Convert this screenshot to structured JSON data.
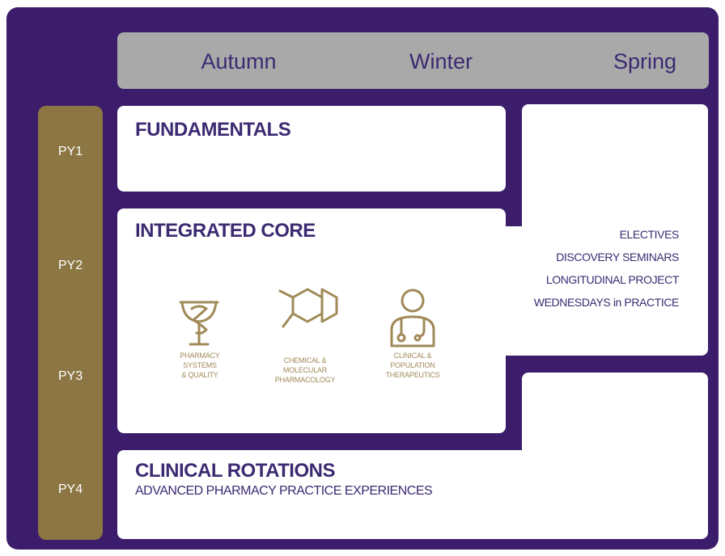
{
  "seasons": [
    "Autumn",
    "Winter",
    "Spring"
  ],
  "years": [
    "PY1",
    "PY2",
    "PY3",
    "PY4"
  ],
  "fundamentals": {
    "title": "FUNDAMENTALS"
  },
  "core": {
    "title": "INTEGRATED CORE",
    "icons": [
      {
        "name": "pharmacy-bowl-icon",
        "label": "PHARMACY\nSYSTEMS\n& QUALITY"
      },
      {
        "name": "molecule-icon",
        "label": "CHEMICAL &\nMOLECULAR\nPHARMACOLOGY"
      },
      {
        "name": "clinician-icon",
        "label": "CLINICAL &\nPOPULATION\nTHERAPEUTICS"
      }
    ]
  },
  "electives": [
    "ELECTIVES",
    "DISCOVERY SEMINARS",
    "LONGITUDINAL PROJECT",
    "WEDNESDAYS in PRACTICE"
  ],
  "rotations": {
    "title": "CLINICAL ROTATIONS",
    "subtitle": "ADVANCED PHARMACY PRACTICE EXPERIENCES"
  },
  "colors": {
    "frame": "#3c1d6b",
    "year_bar": "#8c7643",
    "season_bar": "#a9a9a9",
    "text_purple": "#3c2a72",
    "icon_gold": "#a08a58"
  }
}
